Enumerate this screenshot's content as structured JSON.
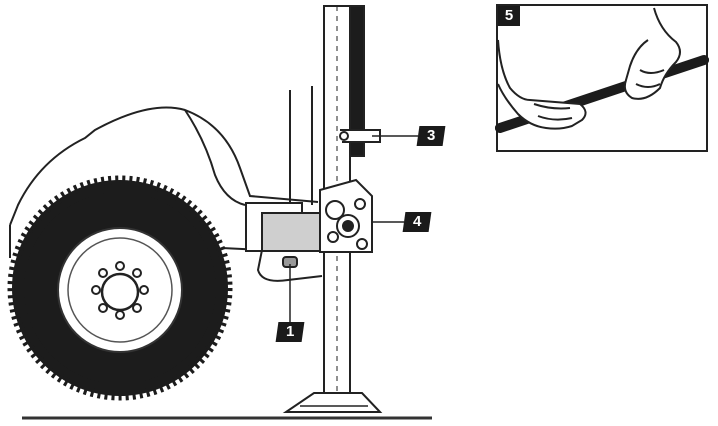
{
  "callouts": {
    "one": "1",
    "three": "3",
    "four": "4",
    "five": "5"
  },
  "icons": {
    "vehicle": "vehicle-wheel-icon",
    "jack": "high-lift-jack-icon",
    "hands": "hands-on-handle-icon"
  },
  "colors": {
    "ink": "#1a1a1a",
    "background": "#ffffff"
  }
}
